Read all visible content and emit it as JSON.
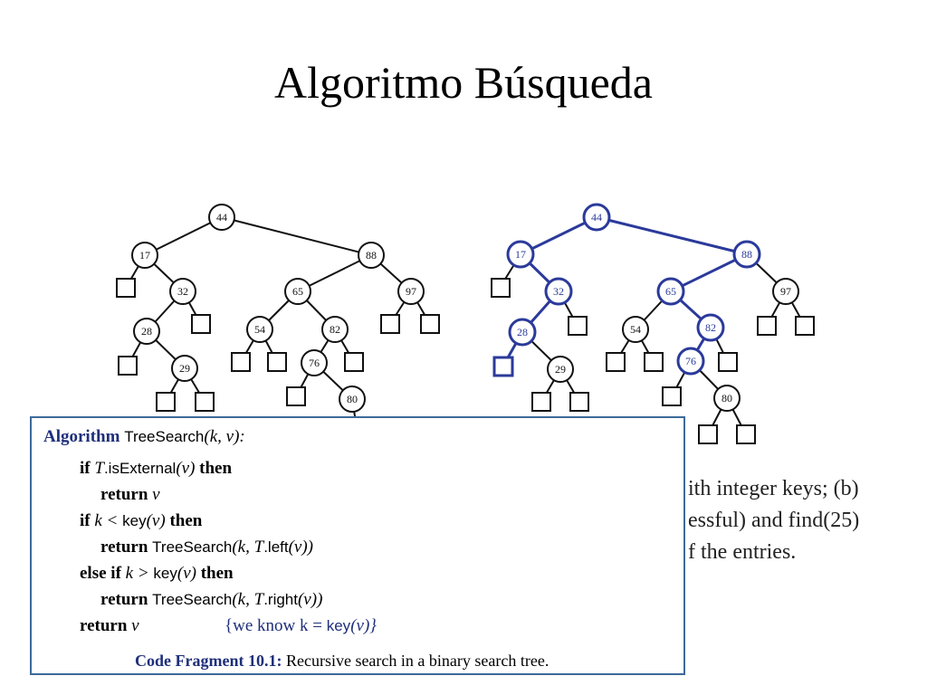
{
  "slide": {
    "title": "Algoritmo Búsqueda"
  },
  "tree_left": {
    "nodes": [
      "44",
      "17",
      "88",
      "32",
      "65",
      "97",
      "28",
      "54",
      "82",
      "29",
      "76",
      "80"
    ]
  },
  "tree_right": {
    "nodes": [
      "44",
      "17",
      "88",
      "32",
      "65",
      "97",
      "28",
      "54",
      "82",
      "29",
      "76",
      "80"
    ],
    "search_path_color": "#2b3a9b"
  },
  "caption": {
    "line1": "ith integer keys; (b)",
    "line2": "essful) and find(25)",
    "line3": "f the entries."
  },
  "algorithm": {
    "header_keyword": "Algorithm",
    "header_name": "TreeSearch",
    "header_args": "(k, v):",
    "line1_if": "if",
    "line1_t": "T",
    "line1_method": ".isExternal",
    "line1_arg": "(v)",
    "line1_then": "then",
    "line2_return": "return",
    "line2_v": "v",
    "line3_if": "if",
    "line3_cond": "k <",
    "line3_key": "key",
    "line3_arg": "(v)",
    "line3_then": "then",
    "line4_return": "return",
    "line4_call": "TreeSearch",
    "line4_args_a": "(k, T",
    "line4_left": ".left",
    "line4_args_b": "(v))",
    "line5_elseif": "else if",
    "line5_cond": "k >",
    "line5_key": "key",
    "line5_arg": "(v)",
    "line5_then": "then",
    "line6_return": "return",
    "line6_call": "TreeSearch",
    "line6_args_a": "(k, T",
    "line6_right": ".right",
    "line6_args_b": "(v))",
    "line7_return": "return",
    "line7_v": "v",
    "line7_comment_a": "{we know k =",
    "line7_comment_key": "key",
    "line7_comment_b": "(v)}",
    "fragment_label": "Code Fragment 10.1:",
    "fragment_text": "Recursive search in a binary search tree."
  },
  "colors": {
    "highlight": "#2b3a9b",
    "box_border": "#3d6a99",
    "keyword_blue": "#1f2f7a"
  }
}
